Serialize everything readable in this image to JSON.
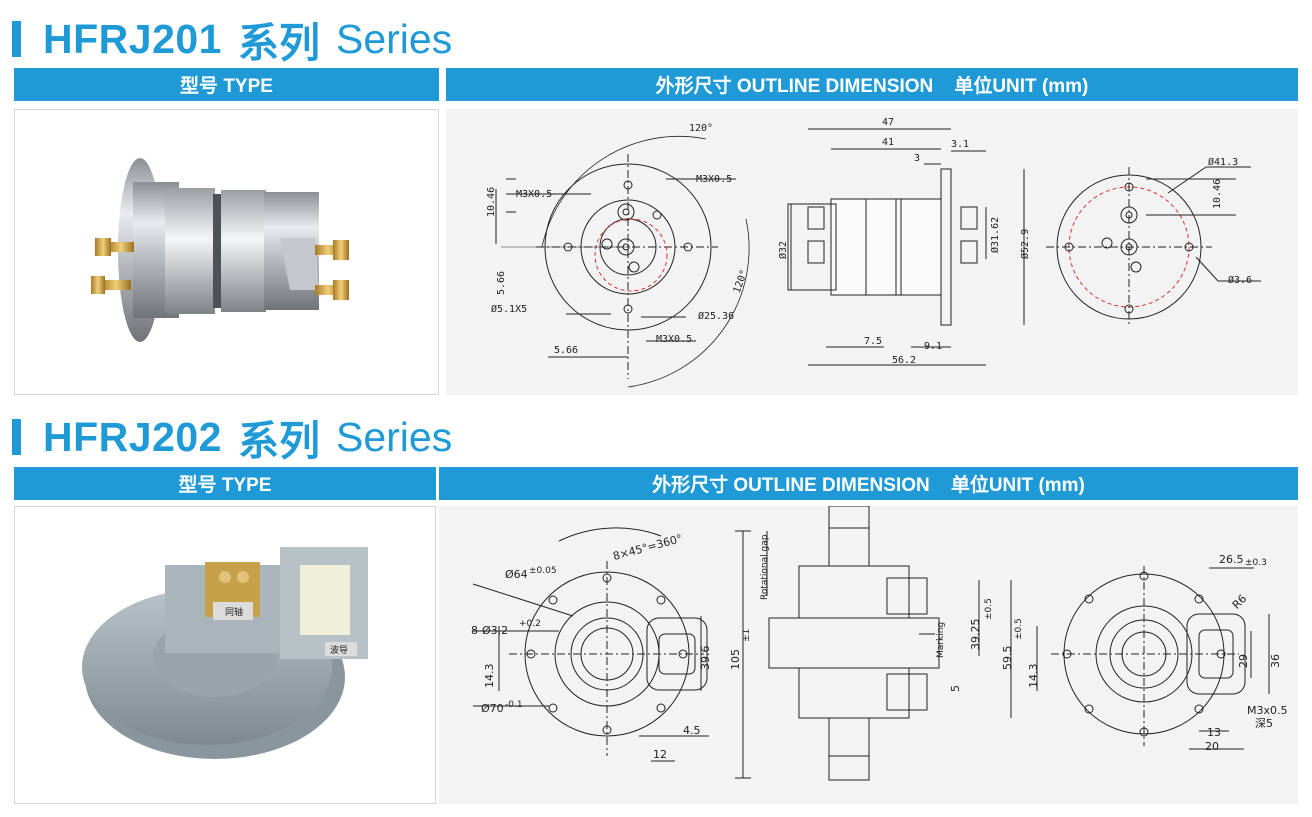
{
  "sections": [
    {
      "model": "HFRJ201",
      "series_cn": "系列",
      "series_en": "Series",
      "type_header": "型号 TYPE",
      "outline_header": "外形尺寸 OUTLINE DIMENSION    单位UNIT (mm)",
      "drawing_labels": {
        "angle_top": "120°",
        "angle_right": "120°",
        "m3_left": "M3X0.5",
        "m3_right": "M3X0.5",
        "m3_bottom": "M3X0.5",
        "d1046": "10.46",
        "d566_v": "5.66",
        "d566_h": "5.66",
        "phi51": "Ø5.1X5",
        "phi2536": "Ø25.36",
        "w47": "47",
        "w41": "41",
        "w3": "3",
        "w31": "3.1",
        "phi32": "Ø32",
        "phi3162": "Ø31.62",
        "phi529": "Ø52.9",
        "w75": "7.5",
        "w91": "9.1",
        "w562": "56.2",
        "phi413": "Ø41.3",
        "d1046_r": "10.46",
        "phi36": "Ø3.6"
      }
    },
    {
      "model": "HFRJ202",
      "series_cn": "系列",
      "series_en": "Series",
      "type_header": "型号 TYPE",
      "outline_header": "外形尺寸 OUTLINE DIMENSION    单位UNIT (mm)",
      "drawing_labels": {
        "angle": "8×45°=360°",
        "phi64": "Ø64",
        "phi64_tol": "±0.05",
        "holes": "8-Ø3.2",
        "holes_tol": "+0.2",
        "d143": "14.3",
        "phi70": "Ø70",
        "phi70_tol": "-0.1",
        "d396": "39.6",
        "d45": "4.5",
        "d12": "12",
        "rot_gap": "Rotational gap",
        "marking": "Marking",
        "d105": "105",
        "d105_tol": "±1",
        "d3925": "39.25",
        "d3925_tol": "±0.5",
        "d595": "59.5",
        "d595_tol": "±0.5",
        "d5": "5",
        "d265": "26.5",
        "d265_tol": "±0.3",
        "r6": "R6",
        "d29": "29",
        "d36": "36",
        "d143_r": "14.3",
        "m3": "M3x0.5",
        "depth": "深5",
        "d13": "13",
        "d20": "20"
      }
    }
  ],
  "product_labels": {
    "tag1": "同轴",
    "tag2": "波导"
  },
  "colors": {
    "accent": "#1f9ad6",
    "panel_bg": "#f3f3f3",
    "dash_red": "#e0302a"
  }
}
